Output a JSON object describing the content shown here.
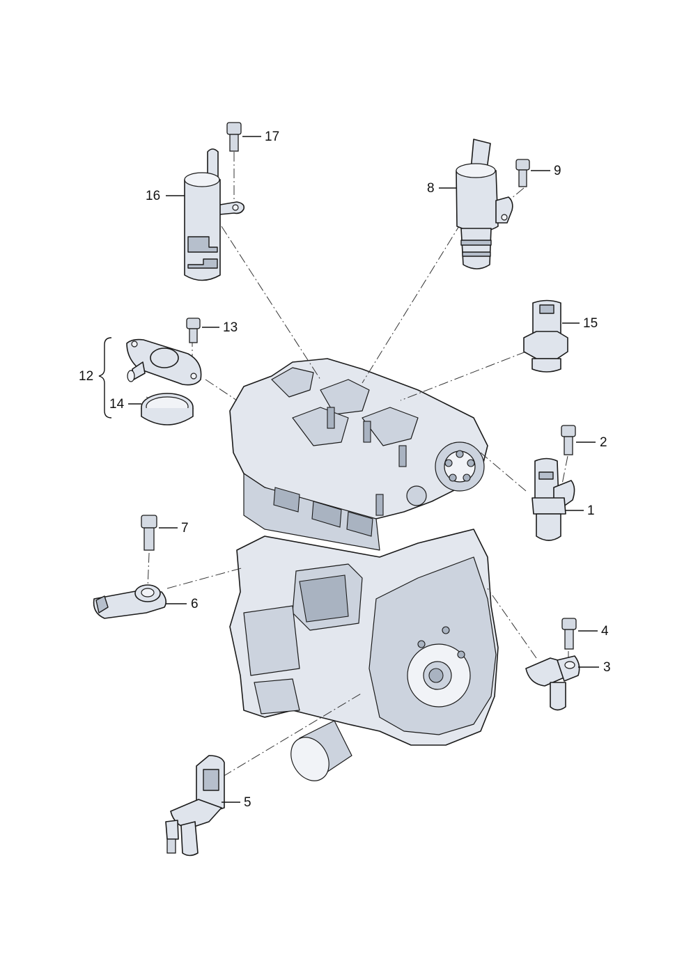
{
  "callouts": {
    "c1": "1",
    "c2": "2",
    "c3": "3",
    "c4": "4",
    "c5": "5",
    "c6": "6",
    "c7": "7",
    "c8": "8",
    "c9": "9",
    "c12": "12",
    "c13": "13",
    "c14": "14",
    "c15": "15",
    "c16": "16",
    "c17": "17"
  },
  "colors": {
    "part_fill": "#dfe4ec",
    "outline": "#1a1a1a",
    "background": "#ffffff"
  }
}
